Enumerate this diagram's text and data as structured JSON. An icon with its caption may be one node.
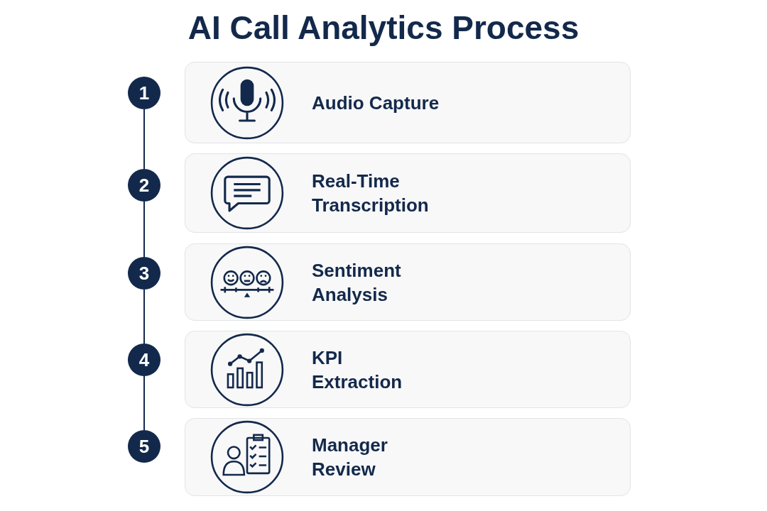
{
  "diagram": {
    "title": "AI Call Analytics Process",
    "nodes": [
      {
        "text": [
          "1"
        ]
      },
      {
        "text": [
          "Audio Capture"
        ]
      },
      {
        "text": [
          "2"
        ]
      },
      {
        "text": [
          "Real-Time Transcription"
        ]
      },
      {
        "text": [
          "3"
        ]
      },
      {
        "text": [
          "Sentiment Analysis"
        ]
      },
      {
        "text": [
          "4"
        ]
      },
      {
        "text": [
          "KPI Extraction"
        ]
      },
      {
        "text": [
          "5"
        ]
      },
      {
        "text": [
          "Manager Review"
        ]
      }
    ],
    "edges": [
      {
        "from": 0,
        "to": 2,
        "arrow": "none"
      },
      {
        "from": 2,
        "to": 4,
        "arrow": "none"
      },
      {
        "from": 4,
        "to": 6,
        "arrow": "none"
      },
      {
        "from": 6,
        "to": 8,
        "arrow": "none"
      }
    ]
  }
}
